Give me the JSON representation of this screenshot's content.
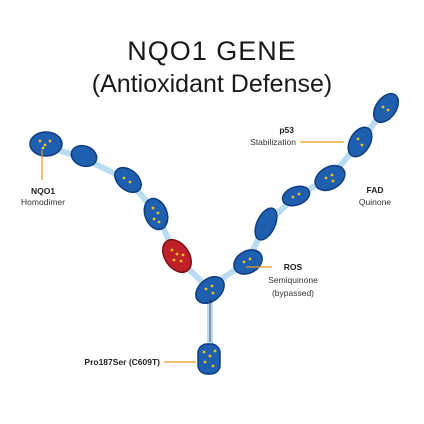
{
  "title": "NQO1 GENE",
  "subtitle": "(Antioxidant Defense)",
  "labels": {
    "nqo1": "NQO1",
    "homodimer": "Homodimer",
    "p53": "p53",
    "stabilization": "Stabilization",
    "fad": "FAD",
    "quinone": "Quinone",
    "ros": "ROS",
    "semiquinone": "Semiquinone",
    "bypassed": "(bypassed)",
    "variant": "Pro187Ser (C609T)"
  },
  "colors": {
    "segment_blue": "#1f5fb0",
    "segment_dark": "#0f3d80",
    "segment_red": "#c0202a",
    "linker": "#b9dcf2",
    "dots": "#f2c21b",
    "leader_orange": "#e39a1b"
  }
}
